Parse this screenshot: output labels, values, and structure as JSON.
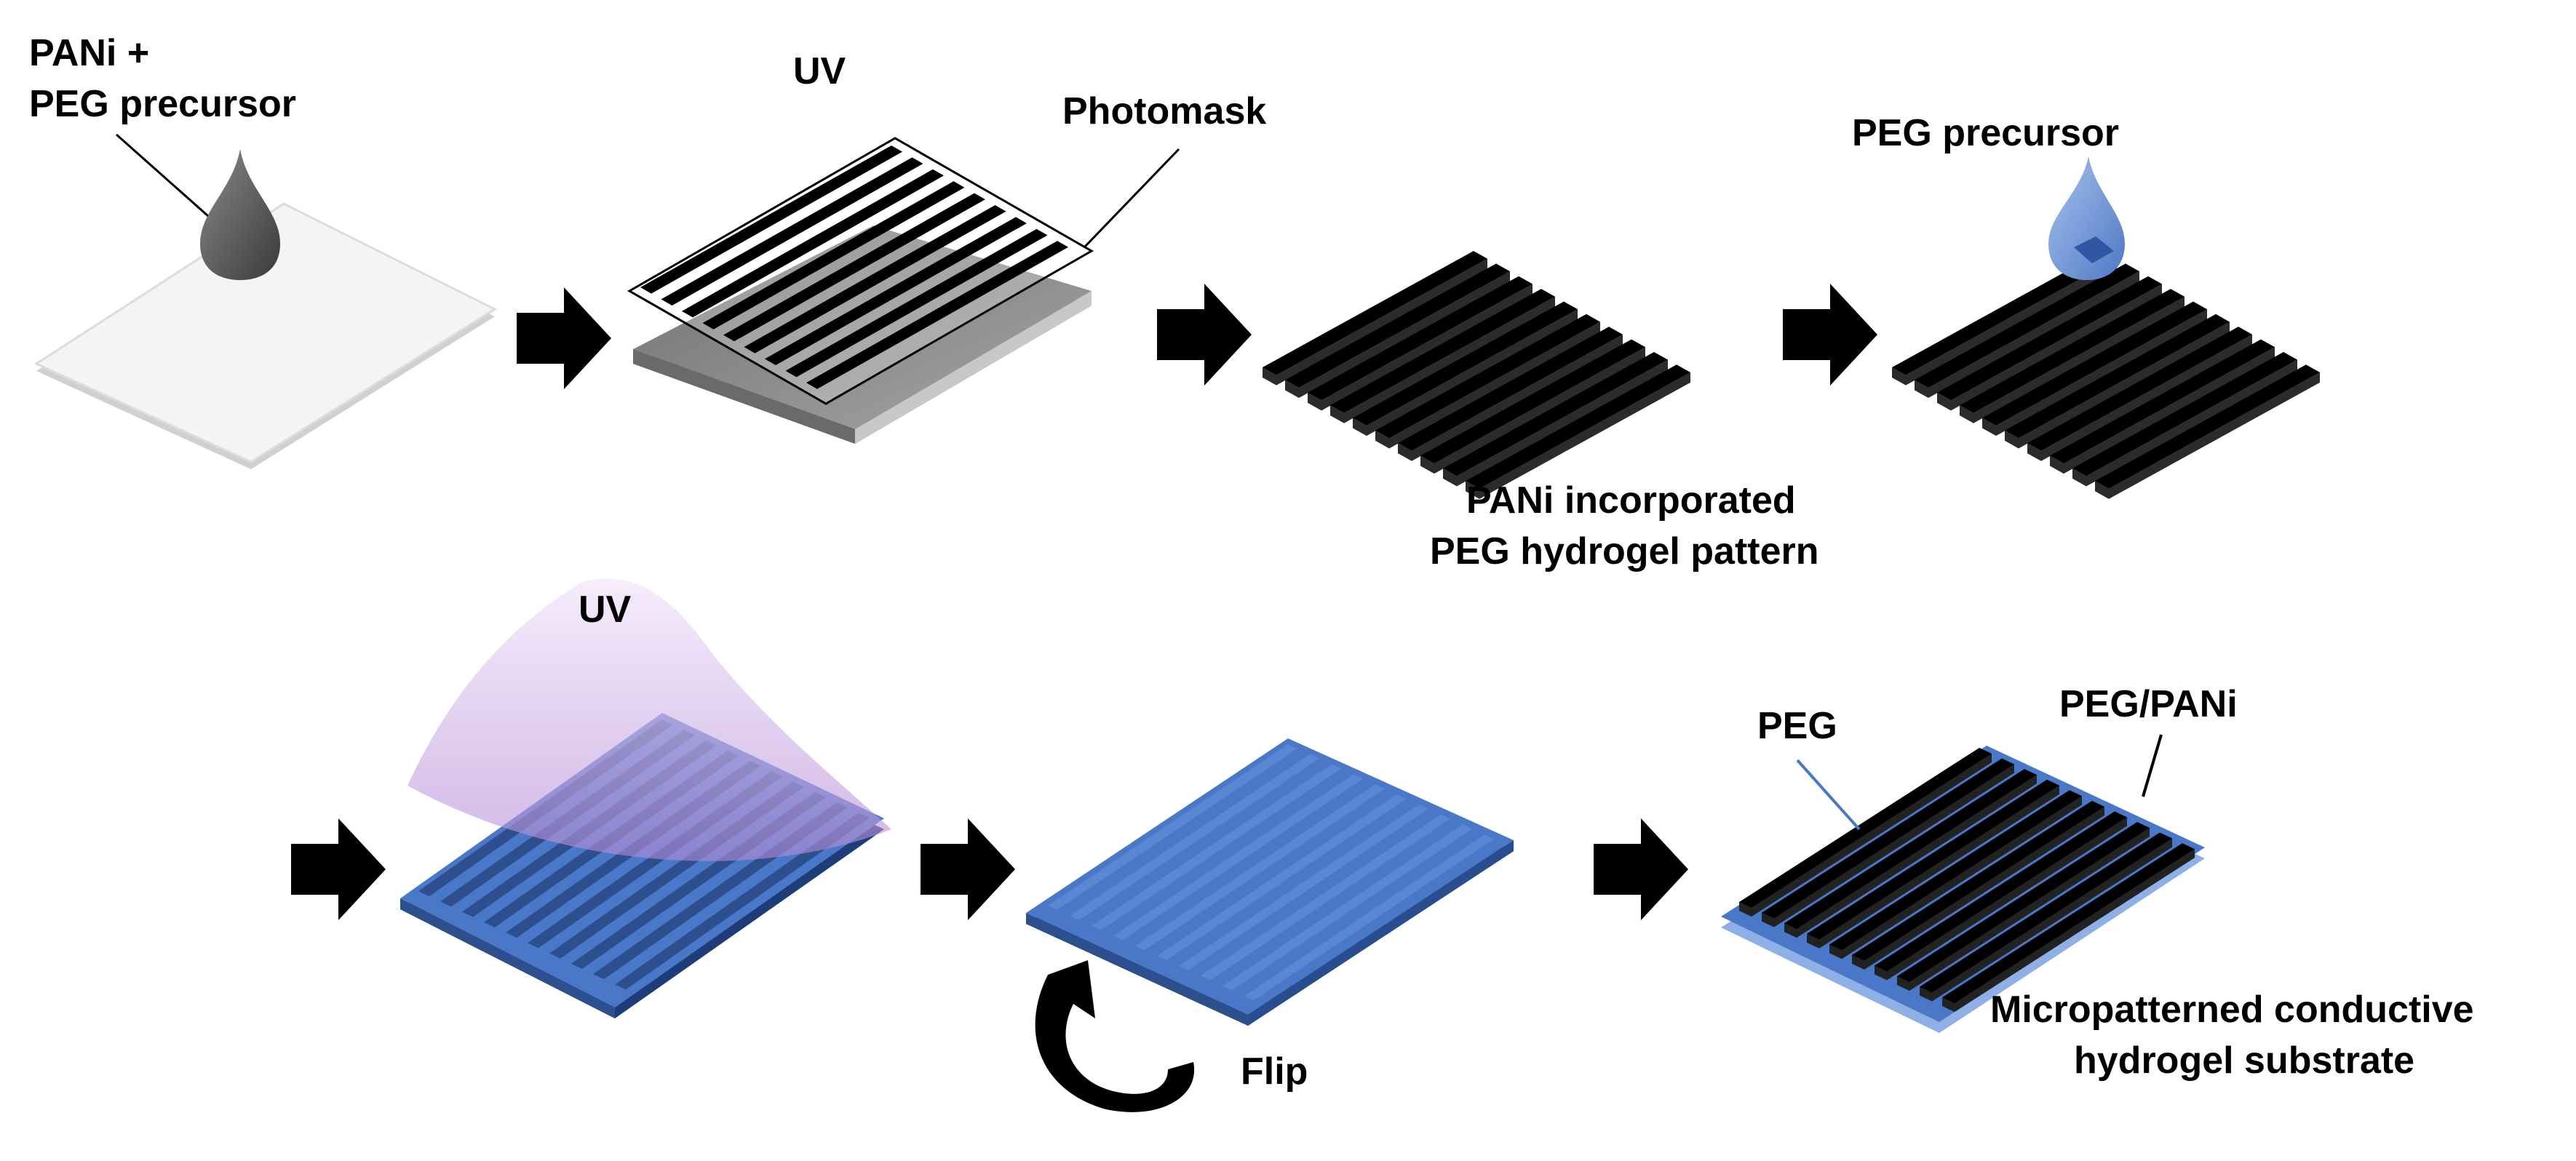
{
  "labels": {
    "pani_peg_line1": "PANi +",
    "pani_peg_line2": "PEG precursor",
    "uv_top": "UV",
    "photomask": "Photomask",
    "peg_precursor": "PEG precursor",
    "pattern_line1": "PANi  incorporated",
    "pattern_line2": "PEG hydrogel pattern",
    "uv_bottom": "UV",
    "flip": "Flip",
    "peg": "PEG",
    "peg_pani": "PEG/PANi",
    "final_line1": "Micropatterned conductive",
    "final_line2": "hydrogel substrate"
  },
  "colors": {
    "substrate_white": "#f2f2f2",
    "substrate_grey": "#8c8c8c",
    "stripe_black": "#000000",
    "peg_blue": "#4a78c8",
    "peg_blue_dark": "#2d4f8e",
    "peg_blue_light": "#8fb0e6",
    "uv_purple": "#c9a6e0",
    "drop_dark": "#555555",
    "drop_blue": "#6f95d6"
  }
}
